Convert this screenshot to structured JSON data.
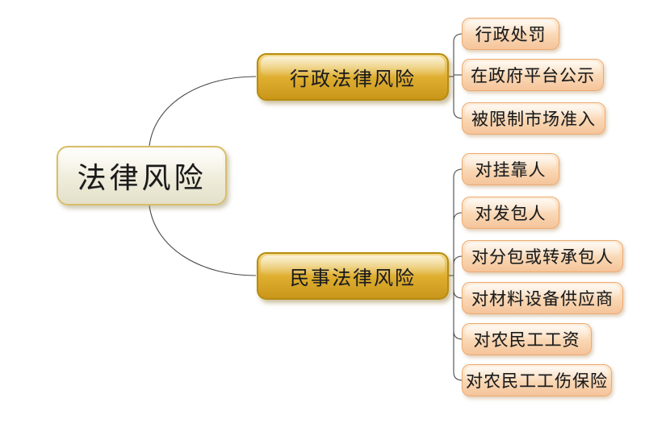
{
  "mindmap": {
    "root": {
      "label": "法律风险"
    },
    "branches": [
      {
        "label": "行政法律风险",
        "children": [
          {
            "label": "行政处罚"
          },
          {
            "label": "在政府平台公示"
          },
          {
            "label": "被限制市场准入"
          }
        ]
      },
      {
        "label": "民事法律风险",
        "children": [
          {
            "label": "对挂靠人"
          },
          {
            "label": "对发包人"
          },
          {
            "label": "对分包或转承包人"
          },
          {
            "label": "对材料设备供应商"
          },
          {
            "label": "对农民工工资"
          },
          {
            "label": "对农民工工伤保险"
          }
        ]
      }
    ],
    "colors": {
      "background": "#ffffff",
      "connector": "#4a4a4a",
      "root_fill_top": "#fcfbf3",
      "root_fill_bottom": "#e3e0c9",
      "root_border": "#d9bd69",
      "branch_fill_top": "#f3da8a",
      "branch_fill_bottom": "#c9961a",
      "branch_border": "#b68c10",
      "leaf_fill_top": "#fdeedb",
      "leaf_fill_bottom": "#f5c49a",
      "leaf_border": "#ecaa72"
    }
  }
}
